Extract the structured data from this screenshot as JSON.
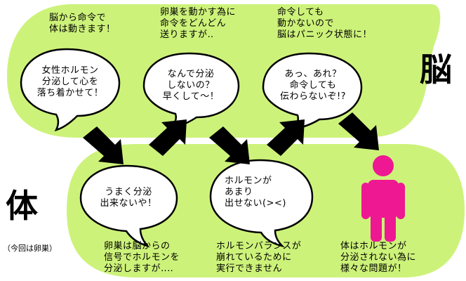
{
  "brain_label": "脳",
  "body_label": "体",
  "body_note": "（今回は卵巣）",
  "brain_captions": [
    "脳から命令で\n体は動きます！",
    "卵巣を動かす為に\n命令をどんどん\n送りますが‥",
    "命令しても\n動かないので\n脳はパニック状態に！"
  ],
  "brain_bubbles": [
    "女性ホルモン\n分泌して心を\n落ち着かせて！",
    "なんで分泌\nしないの？\n早くして〜！",
    "あっ、あれ？\n命令しても\n伝わらないぞ!?"
  ],
  "body_bubbles": [
    "うまく分泌\n出来ないや！",
    "ホルモンが\nあまり\n出せない(><)"
  ],
  "body_captions": [
    "卵巣は脳からの\n信号でホルモンを\n分泌しますが‥‥",
    "ホルモンバランスが\n崩れているために\n実行できません",
    "体はホルモンが\n分泌されない為に\n様々な問題が！"
  ],
  "colors": {
    "panel": "#cdf27a",
    "panel_border": "#b9de66",
    "bubble_fill": "#ffffff",
    "bubble_stroke": "#000000",
    "arrow": "#000000",
    "person": "#ee1893"
  },
  "icons": [
    "speech-bubble",
    "down-right-arrow",
    "up-right-arrow",
    "person-figure"
  ]
}
